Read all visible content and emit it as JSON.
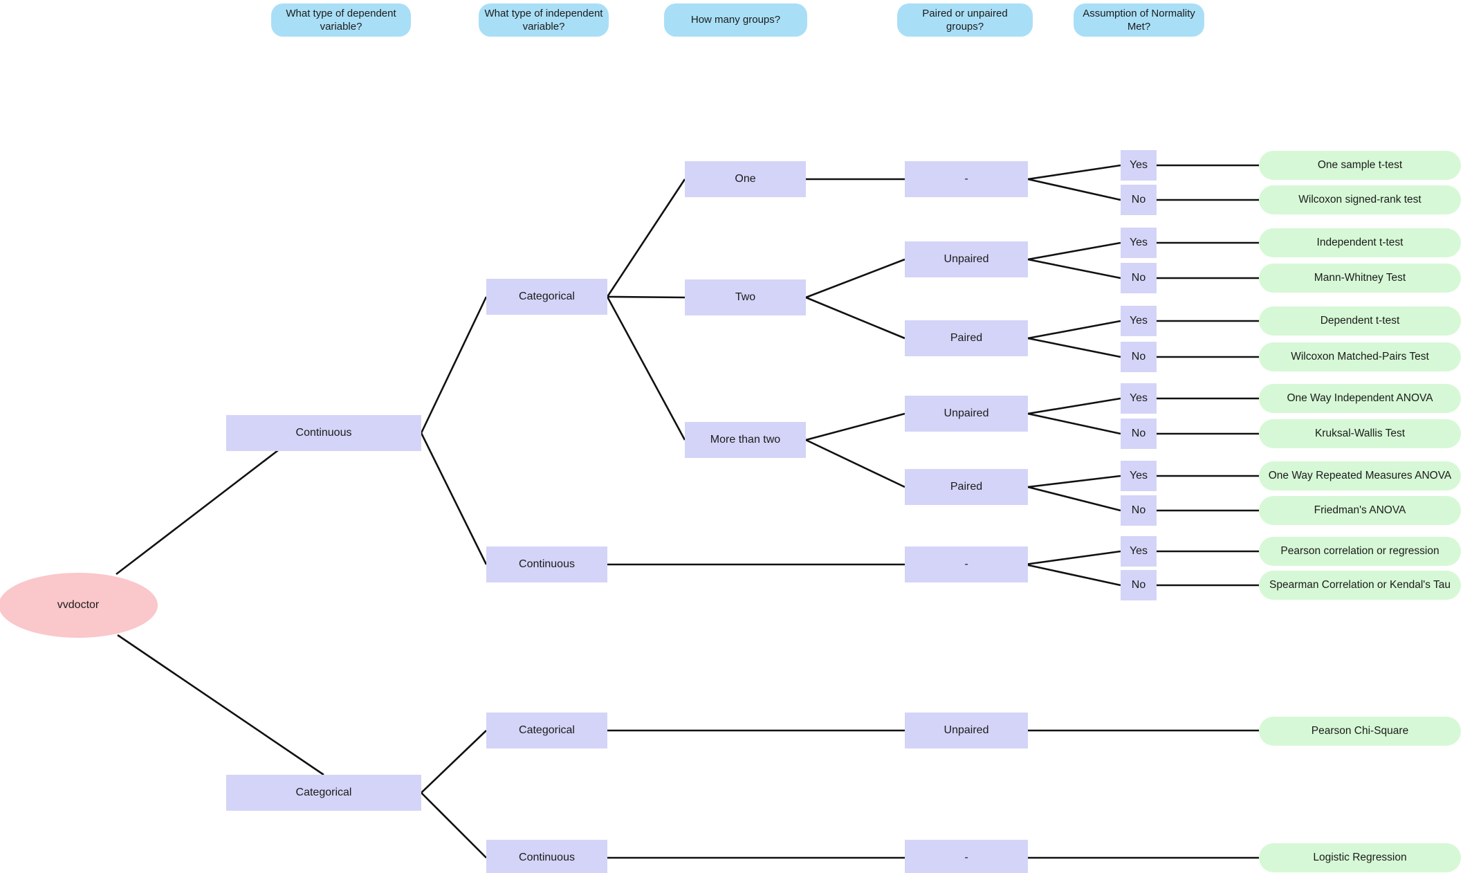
{
  "colors": {
    "question_header": "#a9dff6",
    "decision_node": "#d4d4f8",
    "result_node": "#d6f8d6",
    "root_node": "#fac7cb",
    "edge": "#111111"
  },
  "headers": [
    "What type of dependent variable?",
    "What type of independent variable?",
    "How many groups?",
    "Paired or unpaired groups?",
    "Assumption of Normality Met?"
  ],
  "root_label": "vvdoctor",
  "dependent": [
    "Continuous",
    "Categorical"
  ],
  "independent": [
    "Categorical",
    "Continuous",
    "Categorical",
    "Continuous"
  ],
  "groups": [
    "One",
    "Two",
    "More than two"
  ],
  "pairing": [
    "-",
    "Unpaired",
    "Paired",
    "Unpaired",
    "Paired",
    "-",
    "Unpaired",
    "-"
  ],
  "normality": [
    "Yes",
    "No",
    "Yes",
    "No",
    "Yes",
    "No",
    "Yes",
    "No",
    "Yes",
    "No",
    "Yes",
    "No"
  ],
  "tests": [
    "One sample t-test",
    "Wilcoxon signed-rank test",
    "Independent t-test",
    "Mann-Whitney Test",
    "Dependent t-test",
    "Wilcoxon Matched-Pairs Test",
    "One Way Independent ANOVA",
    "Kruksal-Wallis Test",
    "One Way Repeated Measures ANOVA",
    "Friedman's ANOVA",
    "Pearson correlation or regression",
    "Spearman Correlation or Kendal's Tau",
    "Pearson Chi-Square",
    "Logistic Regression"
  ]
}
